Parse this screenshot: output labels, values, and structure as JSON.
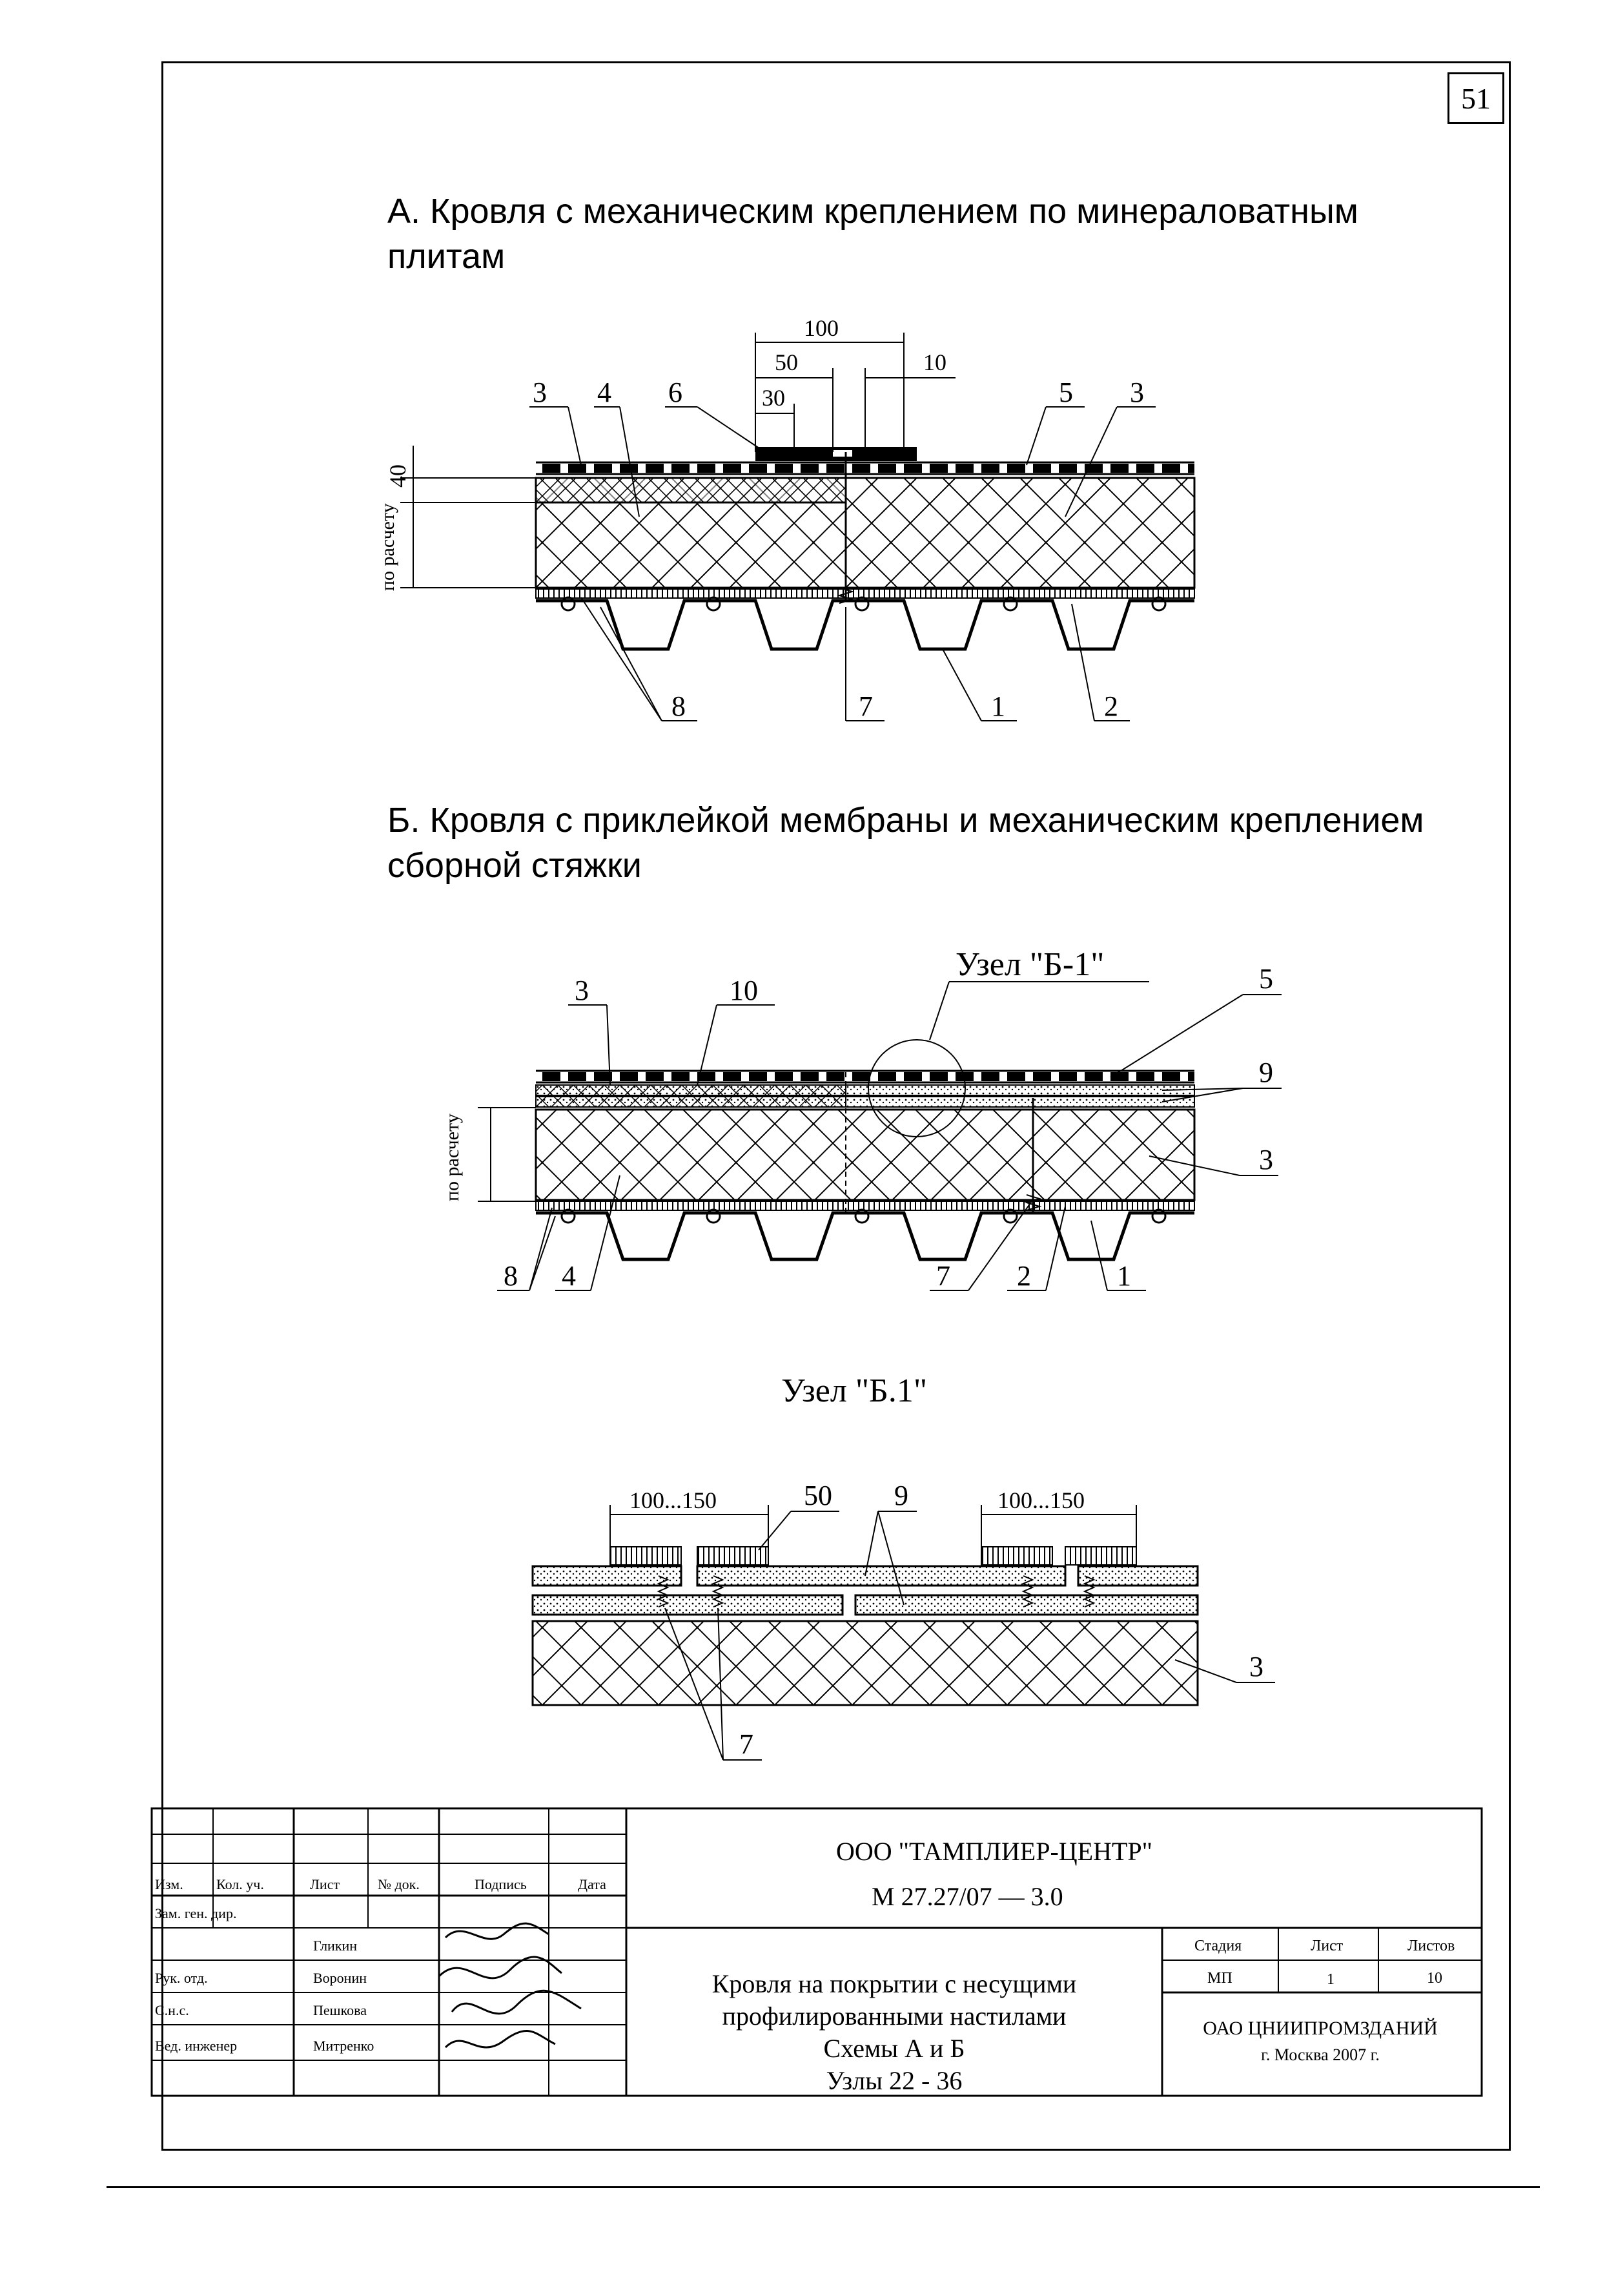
{
  "page_number": "51",
  "section_a": {
    "title_line1": "А. Кровля с механическим креплением по минераловатным",
    "title_line2": "плитам",
    "dims": {
      "d100": "100",
      "d50": "50",
      "d10": "10",
      "d30": "30",
      "d40": "40"
    },
    "side_label": "по расчету",
    "callouts": {
      "c3a": "3",
      "c4": "4",
      "c6": "6",
      "c5": "5",
      "c3b": "3",
      "c8": "8",
      "c7": "7",
      "c1": "1",
      "c2": "2"
    }
  },
  "section_b": {
    "title_line1": "Б. Кровля с приклейкой мембраны и механическим креплением",
    "title_line2": "сборной стяжки",
    "node_label": "Узел \"Б-1\"",
    "side_label": "по расчету",
    "callouts": {
      "c3a": "3",
      "c10": "10",
      "c5": "5",
      "c9": "9",
      "c3b": "3",
      "c8": "8",
      "c4": "4",
      "c7": "7",
      "c2": "2",
      "c1": "1"
    }
  },
  "node_b1": {
    "title": "Узел \"Б.1\"",
    "dims": {
      "d1": "100...150",
      "d2": "100...150"
    },
    "callouts": {
      "c50": "50",
      "c9": "9",
      "c3": "3",
      "c7": "7"
    }
  },
  "title_block": {
    "org": "ООО \"ТАМПЛИЕР-ЦЕНТР\"",
    "code": "М 27.27/07 — 3.0",
    "headers": {
      "izm": "Изм.",
      "kol": "Кол. уч.",
      "list": "Лист",
      "ndoc": "№ док.",
      "podpis": "Подпись",
      "data": "Дата"
    },
    "roles": [
      "Зам. ген. дир.",
      "Рук. отд.",
      "С.н.с.",
      "Вед. инженер"
    ],
    "names": [
      "Гликин",
      "Воронин",
      "Пешкова",
      "Митренко"
    ],
    "description": [
      "Кровля на покрытии с несущими",
      "профилированными настилами",
      "Схемы А и Б",
      "Узлы 22 - 36"
    ],
    "stage_header": "Стадия",
    "sheet_header": "Лист",
    "sheets_header": "Листов",
    "stage": "МП",
    "sheet": "1",
    "sheets": "10",
    "institute": "ОАО ЦНИИПРОМЗДАНИЙ",
    "city_year": "г. Москва 2007 г."
  }
}
